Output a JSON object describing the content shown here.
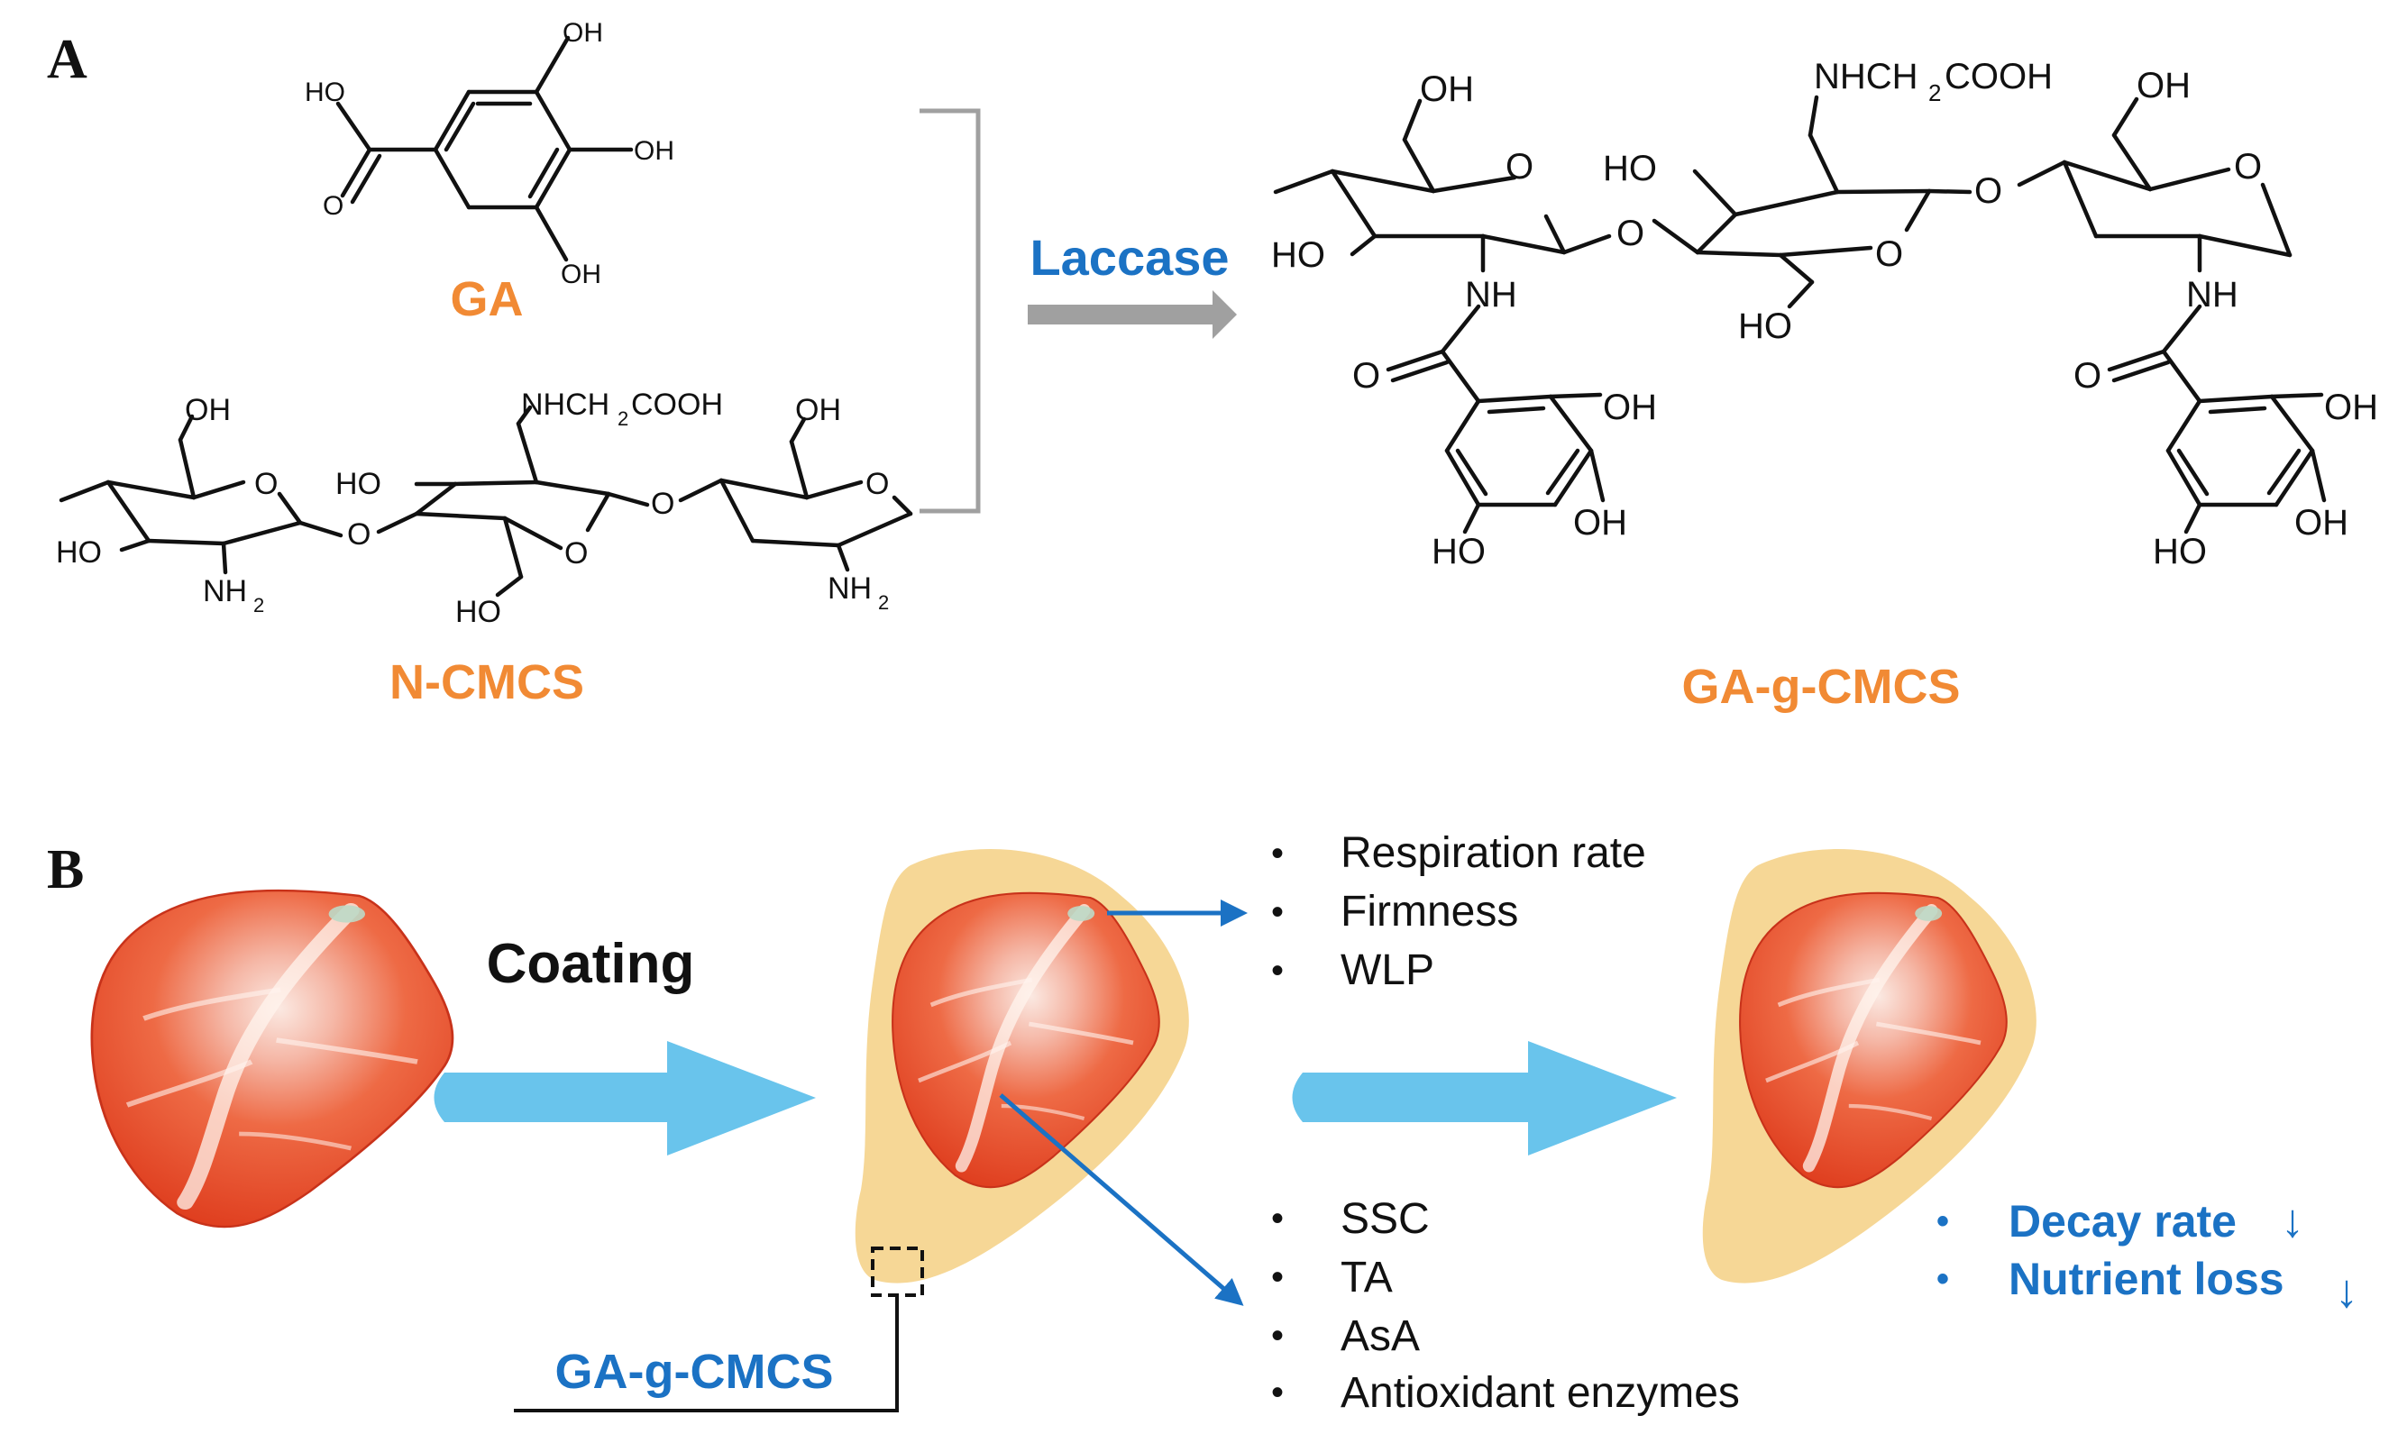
{
  "panel_a": {
    "letter": "A",
    "ga_label": "GA",
    "ncmcs_label": "N-CMCS",
    "product_label": "GA-g-CMCS",
    "enzyme_label": "Laccase",
    "atoms": {
      "oh": "OH",
      "ho": "HO",
      "o": "O",
      "nh": "NH",
      "nh2_base": "NH",
      "nh2_sub": "2",
      "side_chain_a": "NHCH",
      "side_chain_sub": "2",
      "side_chain_b": "COOH"
    }
  },
  "panel_b": {
    "letter": "B",
    "coating_label": "Coating",
    "coating_material_label": "GA-g-CMCS",
    "bullets_top": [
      "Respiration rate",
      "Firmness",
      "WLP"
    ],
    "bullets_bottom": [
      "SSC",
      "TA",
      "AsA",
      "Antioxidant enzymes"
    ],
    "results": [
      {
        "text": "Decay rate",
        "arrow": "↓"
      },
      {
        "text": "Nutrient loss",
        "arrow": "↓"
      }
    ],
    "bullet_glyph": "•"
  },
  "colors": {
    "orange": "#F18A34",
    "blue": "#1B72C4",
    "light_blue_arrow": "#69C4EC",
    "gray_arrow": "#A0A0A0",
    "strawberry": "#E84A26",
    "coating": "#F6D796"
  }
}
